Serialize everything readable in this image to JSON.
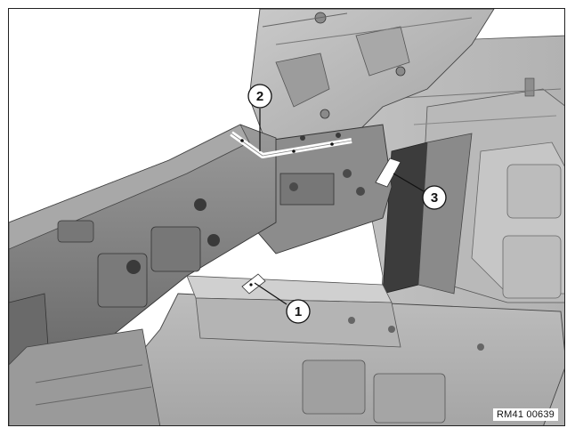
{
  "figure": {
    "reference_id": "RM41 00639",
    "callouts": [
      {
        "number": "1"
      },
      {
        "number": "2"
      },
      {
        "number": "3"
      }
    ]
  }
}
